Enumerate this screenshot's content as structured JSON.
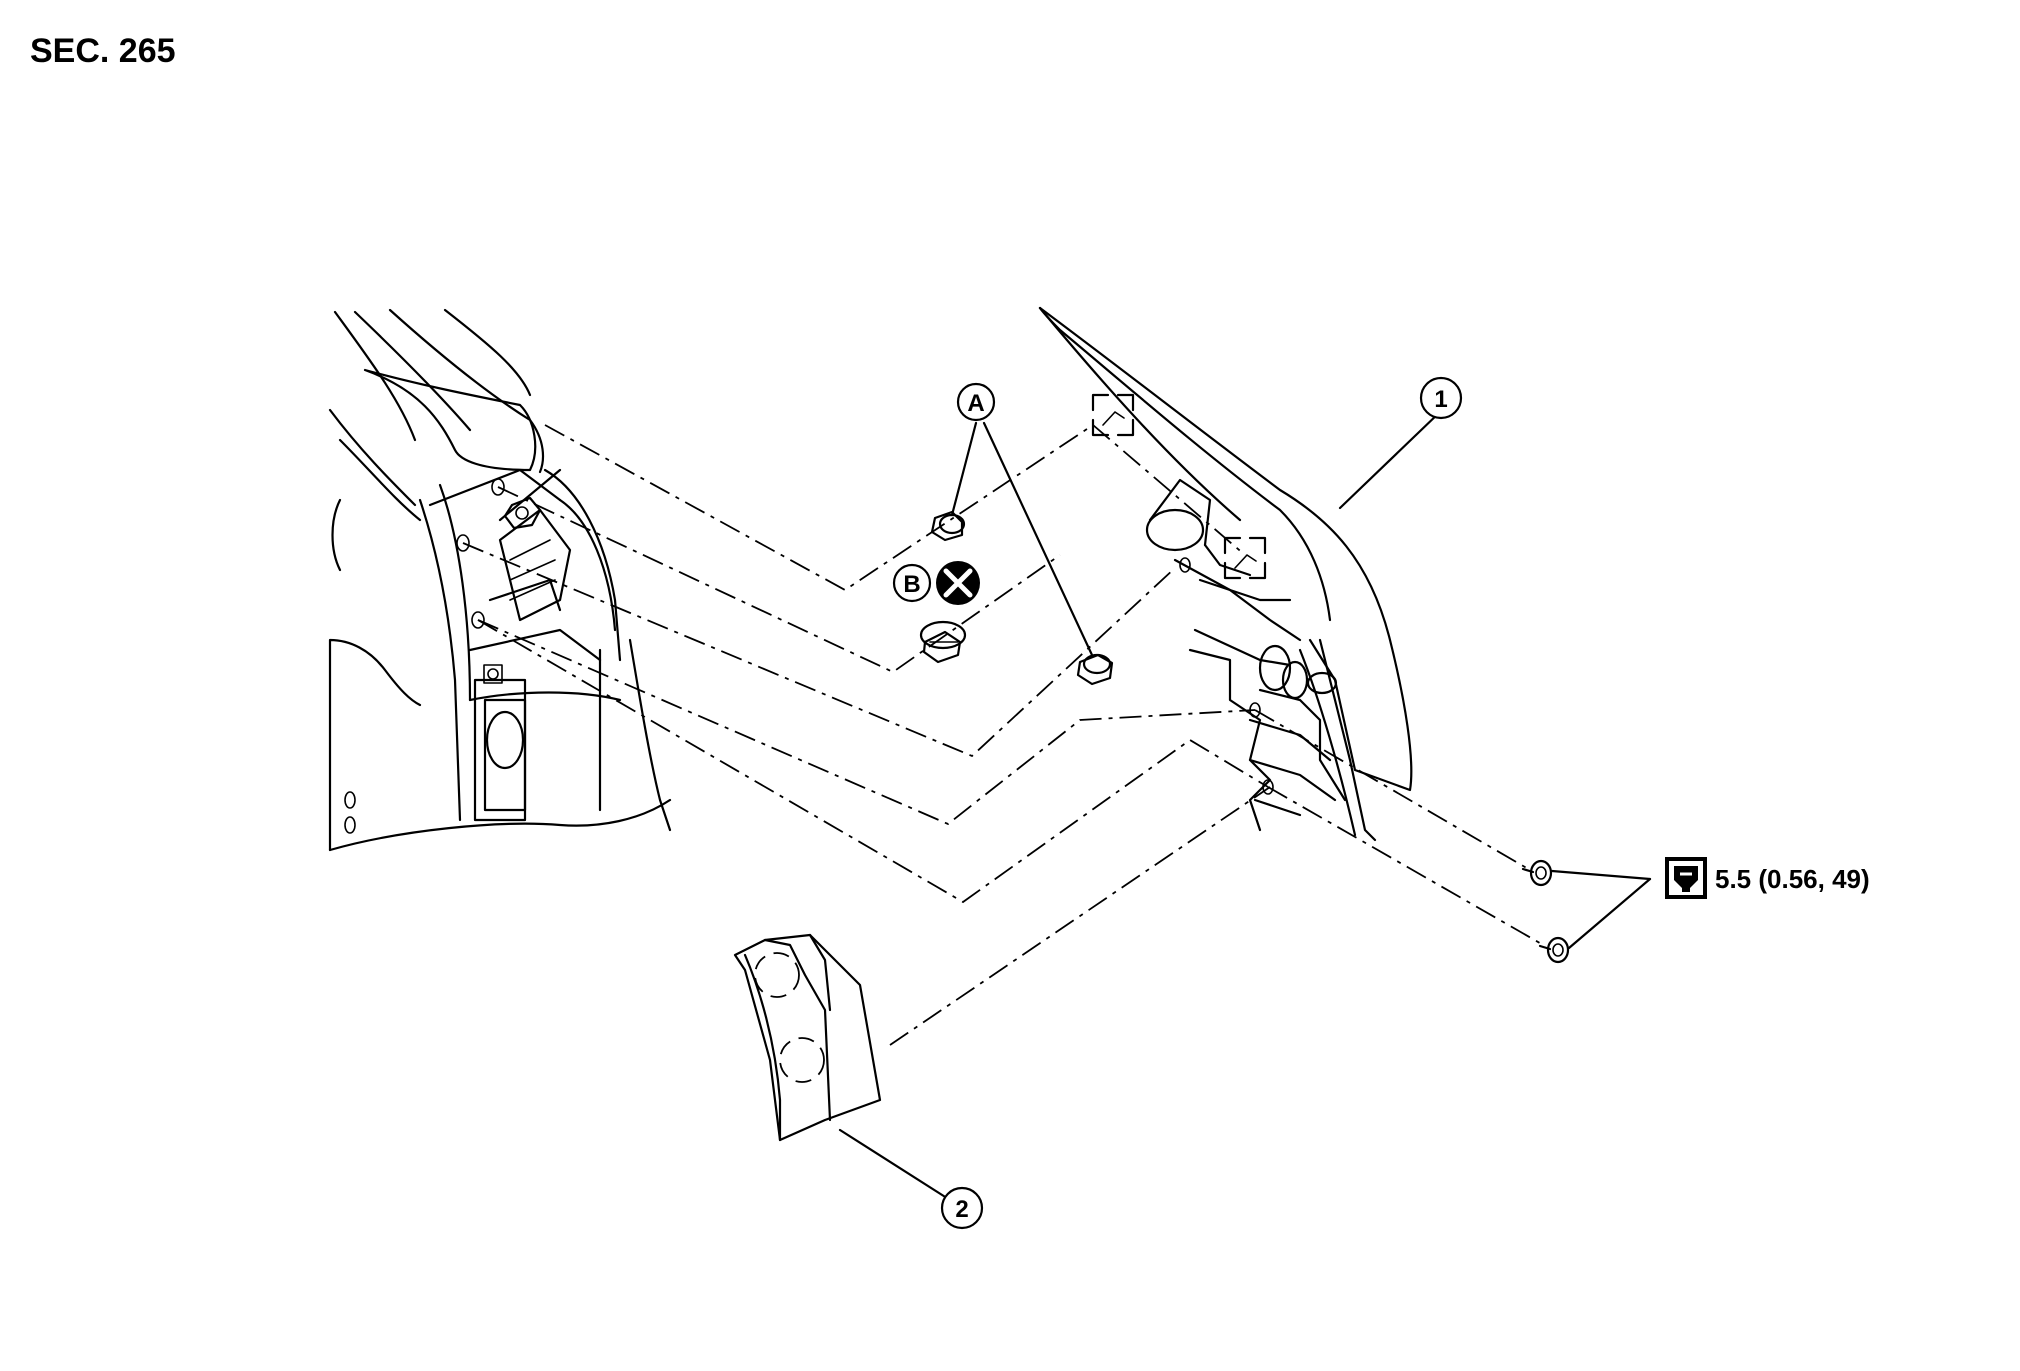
{
  "section_label": "SEC. 265",
  "callouts": {
    "part_1": "1",
    "part_2": "2",
    "clip_a": "A",
    "clip_b": "B"
  },
  "torque": {
    "value": "5.5 (0.56, 49)",
    "icon": "torque-wrench-icon"
  },
  "symbols": {
    "non_reusable": "x-circle-icon",
    "pawl": "pawl-bracket-icon"
  }
}
